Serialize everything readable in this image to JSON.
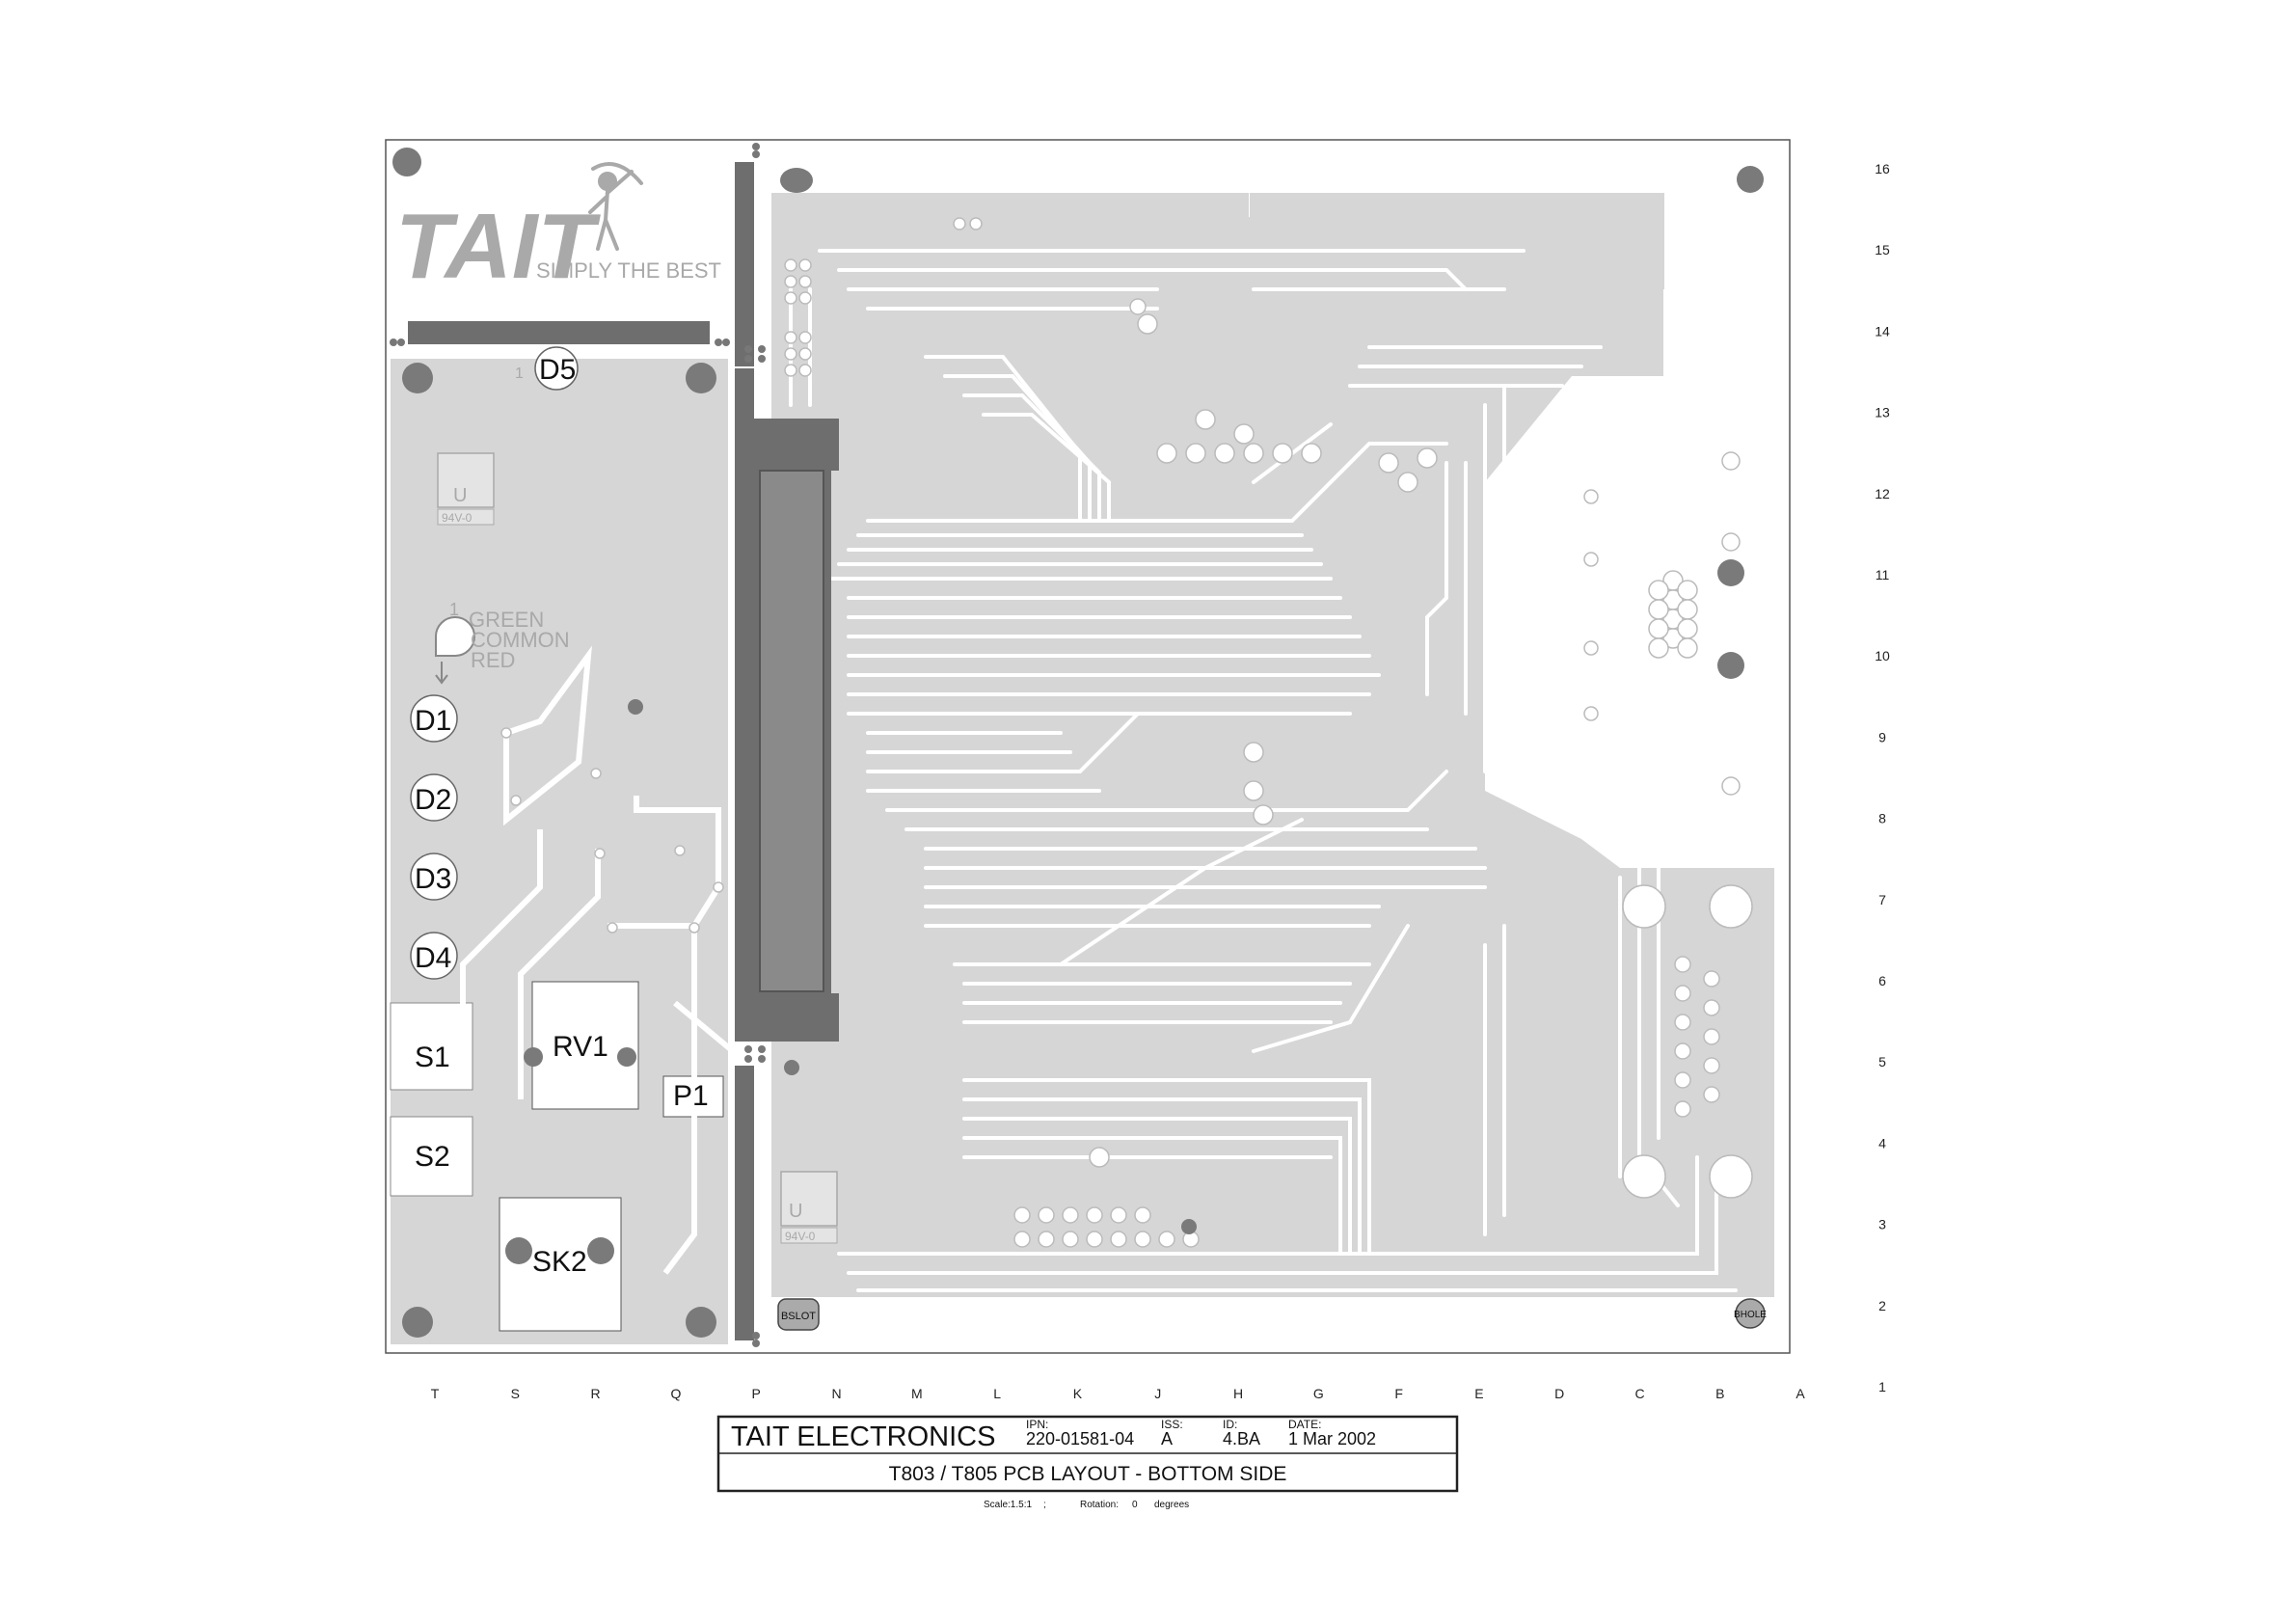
{
  "brand": {
    "logo": "TAIT",
    "slogan": "SIMPLY  THE  BEST"
  },
  "board": {
    "components": [
      {
        "id": "D5",
        "label": "D5"
      },
      {
        "id": "D1",
        "label": "D1"
      },
      {
        "id": "D2",
        "label": "D2"
      },
      {
        "id": "D3",
        "label": "D3"
      },
      {
        "id": "D4",
        "label": "D4"
      },
      {
        "id": "S1",
        "label": "S1"
      },
      {
        "id": "S2",
        "label": "S2"
      },
      {
        "id": "RV1",
        "label": "RV1"
      },
      {
        "id": "P1",
        "label": "P1"
      },
      {
        "id": "SK2",
        "label": "SK2"
      }
    ],
    "led_legend": [
      "GREEN",
      "COMMON",
      "RED"
    ],
    "pin_one": "1",
    "ul_mark": "U",
    "flammability_rating": "94V-0",
    "slot_label": "BSLOT",
    "hole_label": "BHOLE"
  },
  "grid": {
    "columns": [
      "T",
      "S",
      "R",
      "Q",
      "P",
      "N",
      "M",
      "L",
      "K",
      "J",
      "H",
      "G",
      "F",
      "E",
      "D",
      "C",
      "B",
      "A"
    ],
    "rows": [
      "16",
      "15",
      "14",
      "13",
      "12",
      "11",
      "10",
      "9",
      "8",
      "7",
      "6",
      "5",
      "4",
      "3",
      "2",
      "1"
    ]
  },
  "title_block": {
    "company": "TAIT    ELECTRONICS",
    "ipn_label": "IPN:",
    "ipn_value": "220-01581-04",
    "iss_label": "ISS:",
    "iss_value": "A",
    "id_label": "ID:",
    "id_value": "4.BA",
    "date_label": "DATE:",
    "date_value": "1  Mar  2002",
    "title": "T803  /  T805  PCB  LAYOUT  -  BOTTOM  SIDE"
  },
  "footer": {
    "scale": "Scale:1.5:1",
    "separator": ";",
    "rotation_label": "Rotation:",
    "rotation_value": "0",
    "rotation_unit": "degrees"
  },
  "colors": {
    "copper": "#d6d6d6",
    "connector": "#6e6e6e",
    "pad": "#7a7a7a",
    "trace": "#ffffff",
    "outline": "#555555"
  }
}
